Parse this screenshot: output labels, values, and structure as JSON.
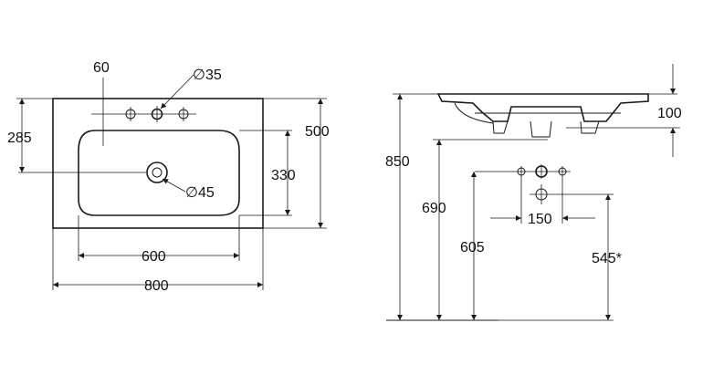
{
  "dimensions": {
    "top_view": {
      "hole_spacing": "60",
      "tap_hole": "∅35",
      "drain": "∅45",
      "rear_to_drain": "285",
      "depth": "500",
      "bowl_depth": "330",
      "bowl_width": "600",
      "width": "800"
    },
    "side_view": {
      "rim_thickness": "100",
      "height_to_rim": "850",
      "height_to_underside": "690",
      "height_to_outlet": "605",
      "waste_spacing": "150",
      "height_to_waste": "545*"
    }
  },
  "colors": {
    "line": "#1a1a1a",
    "background": "#ffffff"
  }
}
